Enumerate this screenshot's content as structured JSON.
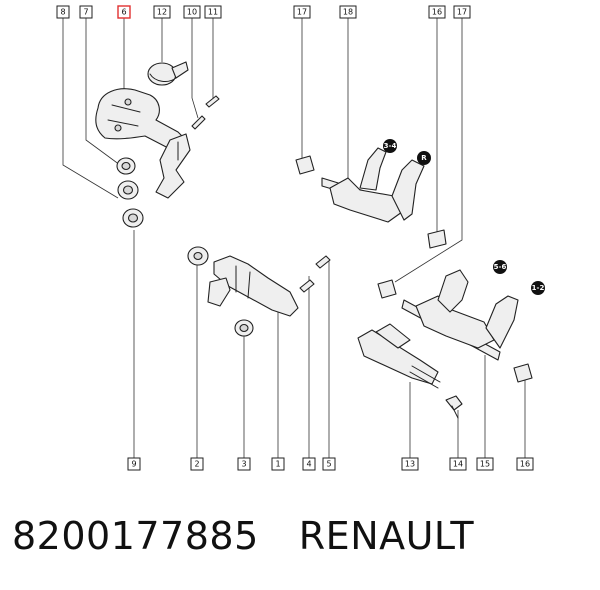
{
  "diagram": {
    "callouts_top": [
      {
        "id": "top-8",
        "label": "8"
      },
      {
        "id": "top-7",
        "label": "7"
      },
      {
        "id": "top-6",
        "label": "6",
        "highlight": true
      },
      {
        "id": "top-12",
        "label": "12"
      },
      {
        "id": "top-10",
        "label": "10"
      },
      {
        "id": "top-11",
        "label": "11"
      },
      {
        "id": "top-17a",
        "label": "17"
      },
      {
        "id": "top-18",
        "label": "18"
      },
      {
        "id": "top-16",
        "label": "16"
      },
      {
        "id": "top-17b",
        "label": "17"
      }
    ],
    "callouts_bottom": [
      {
        "id": "bot-9",
        "label": "9"
      },
      {
        "id": "bot-2",
        "label": "2"
      },
      {
        "id": "bot-3",
        "label": "3"
      },
      {
        "id": "bot-1",
        "label": "1"
      },
      {
        "id": "bot-4",
        "label": "4"
      },
      {
        "id": "bot-5",
        "label": "5"
      },
      {
        "id": "bot-13",
        "label": "13"
      },
      {
        "id": "bot-14",
        "label": "14"
      },
      {
        "id": "bot-15",
        "label": "15"
      },
      {
        "id": "bot-16",
        "label": "16"
      }
    ],
    "gear_labels": [
      {
        "id": "gear-34",
        "label": "3-4"
      },
      {
        "id": "gear-r",
        "label": "R"
      },
      {
        "id": "gear-56",
        "label": "5-6"
      },
      {
        "id": "gear-12",
        "label": "1-2"
      }
    ],
    "highlight_color": "#e03030"
  },
  "footer": {
    "part_number": "8200177885",
    "brand": "RENAULT"
  }
}
